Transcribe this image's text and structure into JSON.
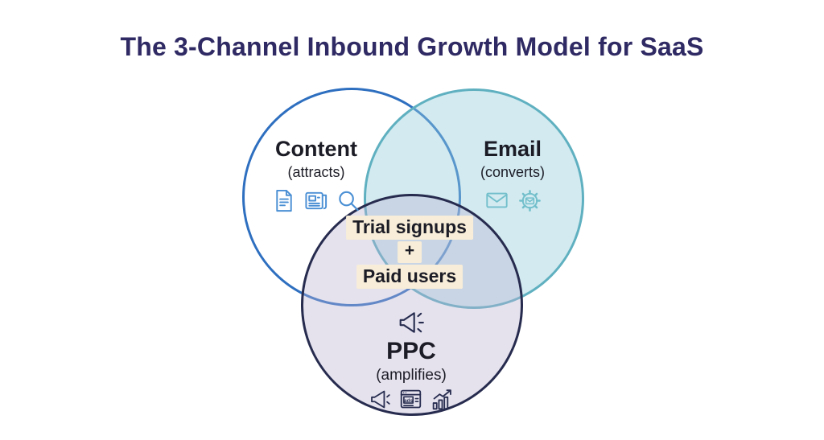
{
  "title": {
    "text": "The 3-Channel Inbound Growth Model for SaaS",
    "color": "#2f2a63"
  },
  "diagram": {
    "circles": [
      {
        "id": "content",
        "label": "Content",
        "sublabel": "(attracts)",
        "stroke": "#2e6fc0",
        "fill": "transparent",
        "icon_color": "#4a8fd4",
        "icons": [
          "document-icon",
          "newspaper-icon",
          "search-icon"
        ]
      },
      {
        "id": "email",
        "label": "Email",
        "sublabel": "(converts)",
        "stroke": "#5fb0c0",
        "fill": "rgba(147,206,219,0.42)",
        "icon_color": "#72bfcb",
        "icons": [
          "envelope-icon",
          "gear-envelope-icon"
        ]
      },
      {
        "id": "ppc",
        "label": "PPC",
        "sublabel": "(amplifies)",
        "stroke": "#272c4f",
        "fill": "rgba(186,180,211,0.38)",
        "icon_color": "#272c4f",
        "icons": [
          "megaphone-icon",
          "ads-window-icon",
          "chart-up-icon"
        ],
        "ads_label": "ads"
      }
    ],
    "center": {
      "line1": "Trial signups",
      "line2": "+",
      "line3": "Paid users",
      "highlight": "#f7edd8"
    }
  }
}
